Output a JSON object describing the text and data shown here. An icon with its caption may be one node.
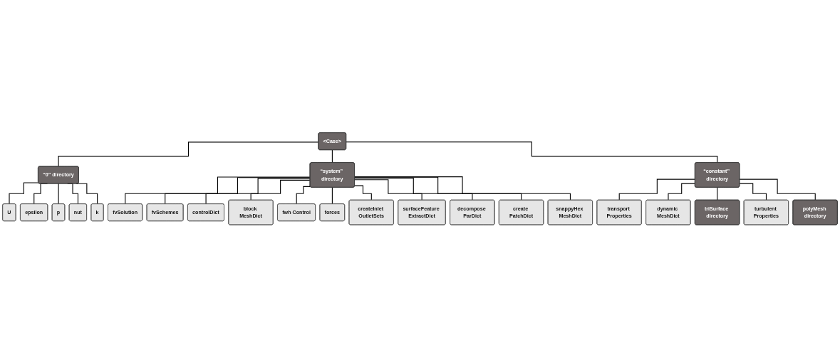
{
  "diagram": {
    "nodes": [
      {
        "text": [
          "<Case>"
        ]
      },
      {
        "text": [
          "“0” directory"
        ]
      },
      {
        "text": [
          "“system” directory"
        ]
      },
      {
        "text": [
          "“constant” directory"
        ]
      },
      {
        "text": [
          "U"
        ]
      },
      {
        "text": [
          "epsilon"
        ]
      },
      {
        "text": [
          "p"
        ]
      },
      {
        "text": [
          "nut"
        ]
      },
      {
        "text": [
          "k"
        ]
      },
      {
        "text": [
          "fvSolution"
        ]
      },
      {
        "text": [
          "fvSchemes"
        ]
      },
      {
        "text": [
          "controlDict"
        ]
      },
      {
        "text": [
          "block MeshDict"
        ]
      },
      {
        "text": [
          "fwh Control"
        ]
      },
      {
        "text": [
          "forces"
        ]
      },
      {
        "text": [
          "createInlet OutletSets"
        ]
      },
      {
        "text": [
          "surfaceFeature ExtractDict"
        ]
      },
      {
        "text": [
          "decompose ParDict"
        ]
      },
      {
        "text": [
          "create PatchDict"
        ]
      },
      {
        "text": [
          "snappyHex MeshDict"
        ]
      },
      {
        "text": [
          "transport Properties"
        ]
      },
      {
        "text": [
          "dynamic MeshDict"
        ]
      },
      {
        "text": [
          "triSurface directory"
        ]
      },
      {
        "text": [
          "turbulent Properties"
        ]
      },
      {
        "text": [
          "polyMesh directory"
        ]
      }
    ],
    "edges": [
      {
        "from": 0,
        "to": 1,
        "arrow": "none"
      },
      {
        "from": 0,
        "to": 2,
        "arrow": "none"
      },
      {
        "from": 0,
        "to": 3,
        "arrow": "none"
      },
      {
        "from": 1,
        "to": 4,
        "arrow": "none"
      },
      {
        "from": 1,
        "to": 5,
        "arrow": "none"
      },
      {
        "from": 1,
        "to": 6,
        "arrow": "none"
      },
      {
        "from": 1,
        "to": 7,
        "arrow": "none"
      },
      {
        "from": 1,
        "to": 8,
        "arrow": "none"
      },
      {
        "from": 2,
        "to": 9,
        "arrow": "none"
      },
      {
        "from": 2,
        "to": 10,
        "arrow": "none"
      },
      {
        "from": 2,
        "to": 11,
        "arrow": "none"
      },
      {
        "from": 2,
        "to": 12,
        "arrow": "none"
      },
      {
        "from": 2,
        "to": 13,
        "arrow": "none"
      },
      {
        "from": 2,
        "to": 14,
        "arrow": "none"
      },
      {
        "from": 2,
        "to": 15,
        "arrow": "none"
      },
      {
        "from": 2,
        "to": 16,
        "arrow": "none"
      },
      {
        "from": 2,
        "to": 17,
        "arrow": "none"
      },
      {
        "from": 2,
        "to": 18,
        "arrow": "none"
      },
      {
        "from": 2,
        "to": 19,
        "arrow": "none"
      },
      {
        "from": 3,
        "to": 20,
        "arrow": "none"
      },
      {
        "from": 3,
        "to": 21,
        "arrow": "none"
      },
      {
        "from": 3,
        "to": 22,
        "arrow": "none"
      },
      {
        "from": 3,
        "to": 23,
        "arrow": "none"
      },
      {
        "from": 3,
        "to": 24,
        "arrow": "none"
      }
    ]
  }
}
